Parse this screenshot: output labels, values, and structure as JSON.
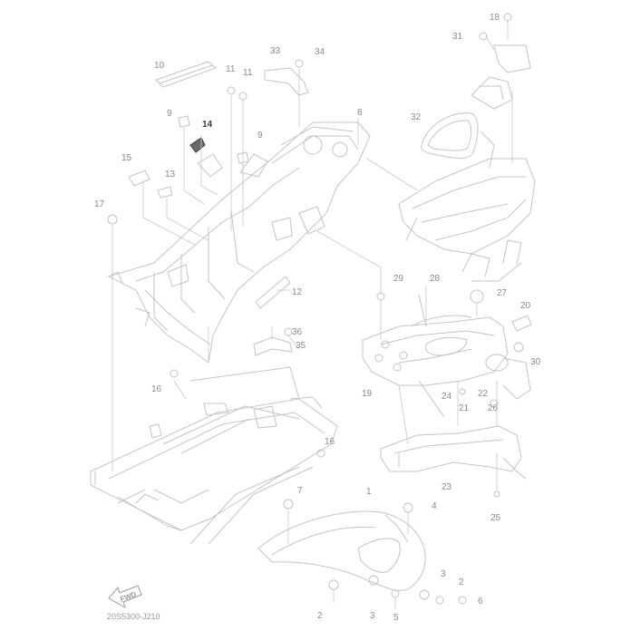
{
  "diagram": {
    "drawing_code": "20S5300-J210",
    "direction_label": "FWD",
    "highlighted_part": "14",
    "colors": {
      "line": "#c4c4c4",
      "label": "#8a8a8a",
      "highlight": "#3a3a3a"
    },
    "callouts": [
      {
        "id": "c1",
        "label": "1"
      },
      {
        "id": "c2a",
        "label": "2"
      },
      {
        "id": "c2b",
        "label": "2"
      },
      {
        "id": "c3a",
        "label": "3"
      },
      {
        "id": "c3b",
        "label": "3"
      },
      {
        "id": "c4",
        "label": "4"
      },
      {
        "id": "c5",
        "label": "5"
      },
      {
        "id": "c6",
        "label": "6"
      },
      {
        "id": "c7",
        "label": "7"
      },
      {
        "id": "c8",
        "label": "8"
      },
      {
        "id": "c9a",
        "label": "9"
      },
      {
        "id": "c9b",
        "label": "9"
      },
      {
        "id": "c10",
        "label": "10"
      },
      {
        "id": "c11a",
        "label": "11"
      },
      {
        "id": "c11b",
        "label": "11"
      },
      {
        "id": "c12",
        "label": "12"
      },
      {
        "id": "c13",
        "label": "13"
      },
      {
        "id": "c14",
        "label": "14"
      },
      {
        "id": "c15",
        "label": "15"
      },
      {
        "id": "c16a",
        "label": "16"
      },
      {
        "id": "c16b",
        "label": "16"
      },
      {
        "id": "c17",
        "label": "17"
      },
      {
        "id": "c18",
        "label": "18"
      },
      {
        "id": "c19",
        "label": "19"
      },
      {
        "id": "c20",
        "label": "20"
      },
      {
        "id": "c21",
        "label": "21"
      },
      {
        "id": "c22",
        "label": "22"
      },
      {
        "id": "c23",
        "label": "23"
      },
      {
        "id": "c24",
        "label": "24"
      },
      {
        "id": "c25",
        "label": "25"
      },
      {
        "id": "c26",
        "label": "26"
      },
      {
        "id": "c27",
        "label": "27"
      },
      {
        "id": "c28",
        "label": "28"
      },
      {
        "id": "c29",
        "label": "29"
      },
      {
        "id": "c30",
        "label": "30"
      },
      {
        "id": "c31",
        "label": "31"
      },
      {
        "id": "c32",
        "label": "32"
      },
      {
        "id": "c33",
        "label": "33"
      },
      {
        "id": "c34",
        "label": "34"
      },
      {
        "id": "c35",
        "label": "35"
      },
      {
        "id": "c36",
        "label": "36"
      }
    ]
  }
}
